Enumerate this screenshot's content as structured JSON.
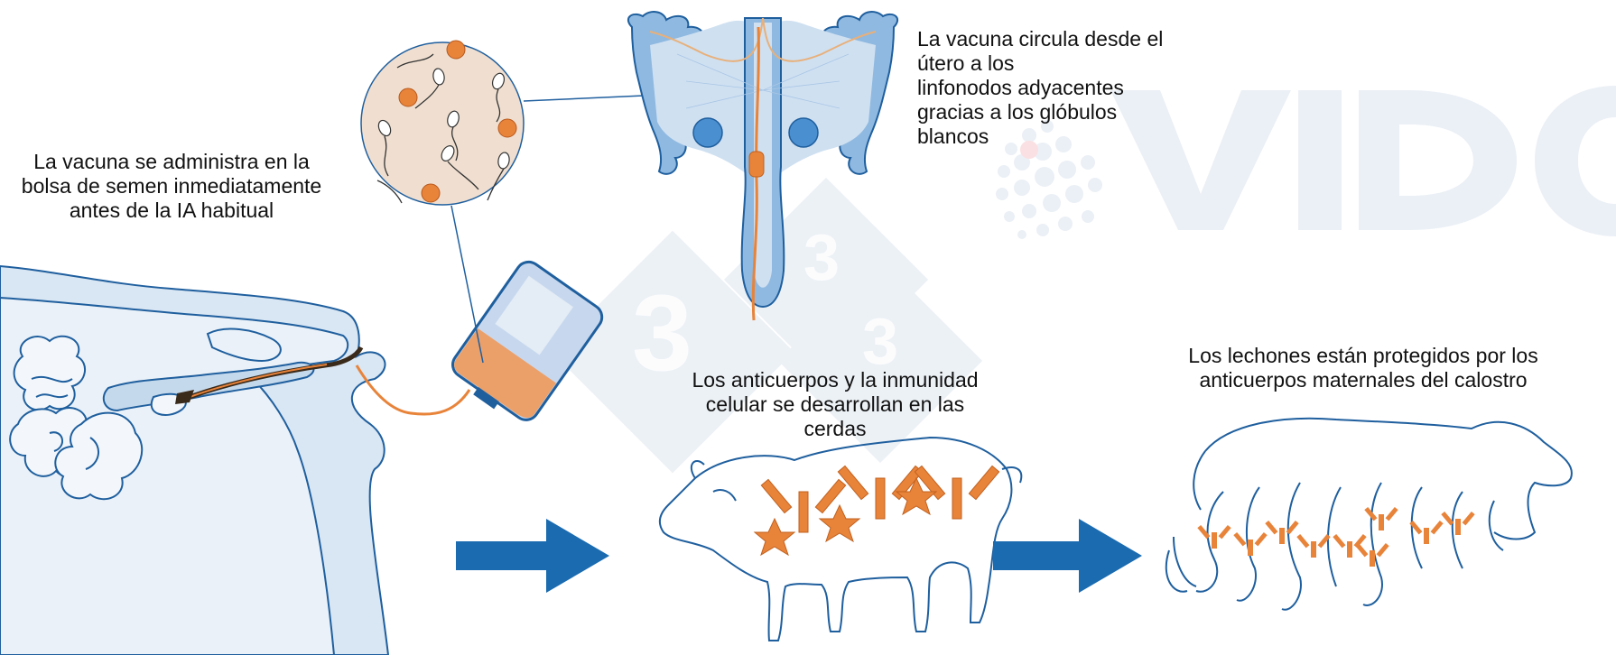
{
  "watermark": {
    "brand": "VIDO",
    "tile_number": "3"
  },
  "captions": {
    "administration": [
      "La vacuna se administra en la",
      "bolsa de semen inmediatamente",
      "antes de la IA habitual"
    ],
    "circulation": [
      "La vacuna circula desde el",
      "útero a los",
      "linfonodos adyacentes",
      "gracias a los glóbulos",
      "blancos"
    ],
    "immunity": [
      "Los anticuerpos y la inmunidad",
      "celular se desarrollan en las",
      "cerdas"
    ],
    "piglets": [
      "Los lechones están protegidos por los",
      "anticuerpos maternales del calostro"
    ]
  },
  "colors": {
    "outline_blue": "#1f5f9e",
    "fill_light_blue": "#d9e6f3",
    "uterus_blue": "#8fb9e0",
    "arrow_blue": "#1a6bb0",
    "orange": "#e8833a",
    "sperm_bg": "#f0dfd0"
  }
}
